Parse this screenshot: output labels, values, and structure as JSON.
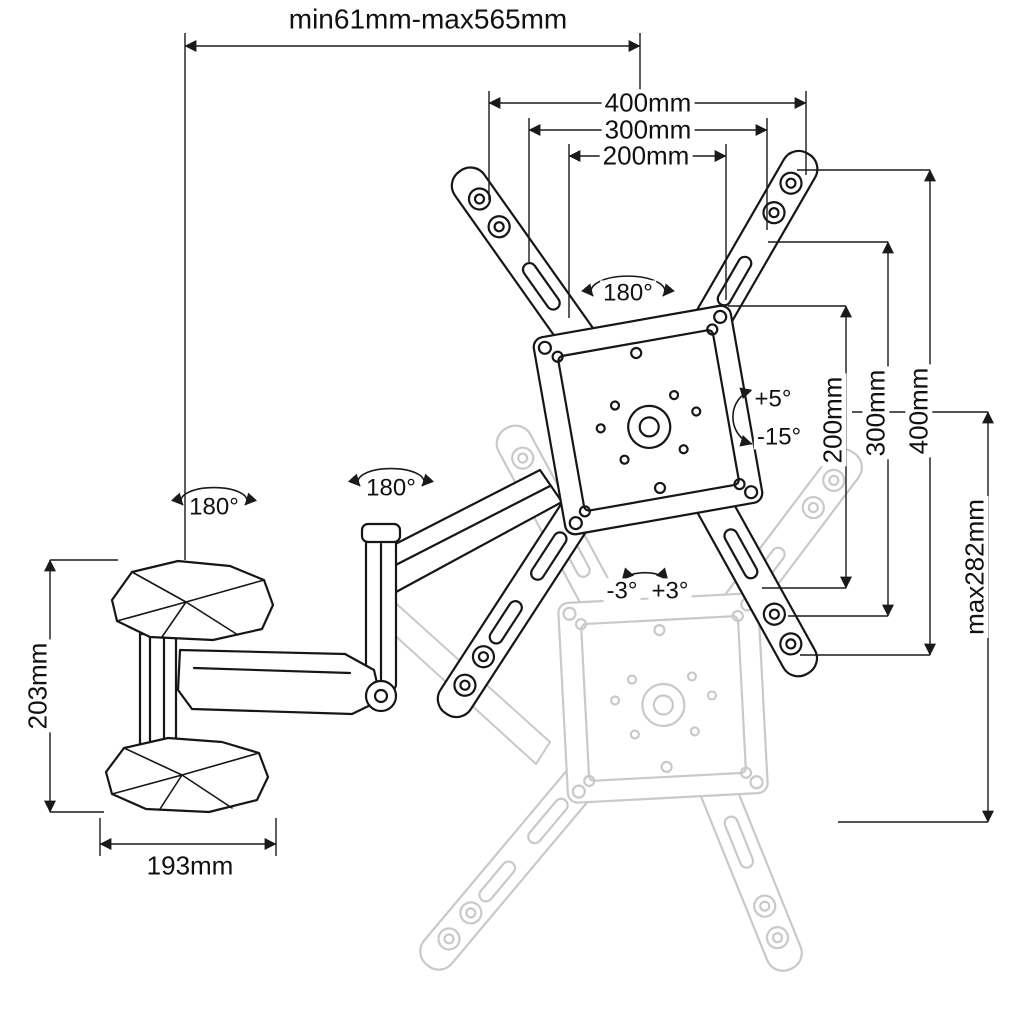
{
  "labels": {
    "top_span": "min61mm-max565mm",
    "vesa_width_400": "400mm",
    "vesa_width_300": "300mm",
    "vesa_width_200": "200mm",
    "swivel_plate": "180°",
    "swivel_wall_joint": "180°",
    "swivel_arm_joint": "180°",
    "tilt_up": "+5°",
    "tilt_down": "-15°",
    "vesa_height_200": "200mm",
    "vesa_height_300": "300mm",
    "vesa_height_400": "400mm",
    "max_extension_down": "max282mm",
    "rotation_ccw": "-3°",
    "rotation_cw": "+3°",
    "wall_bracket_height": "203mm",
    "wall_bracket_width": "193mm"
  },
  "colors": {
    "line": "#1a1a1a",
    "drawing": "#161616",
    "ghost": "#c9c9c9",
    "background": "#ffffff"
  }
}
